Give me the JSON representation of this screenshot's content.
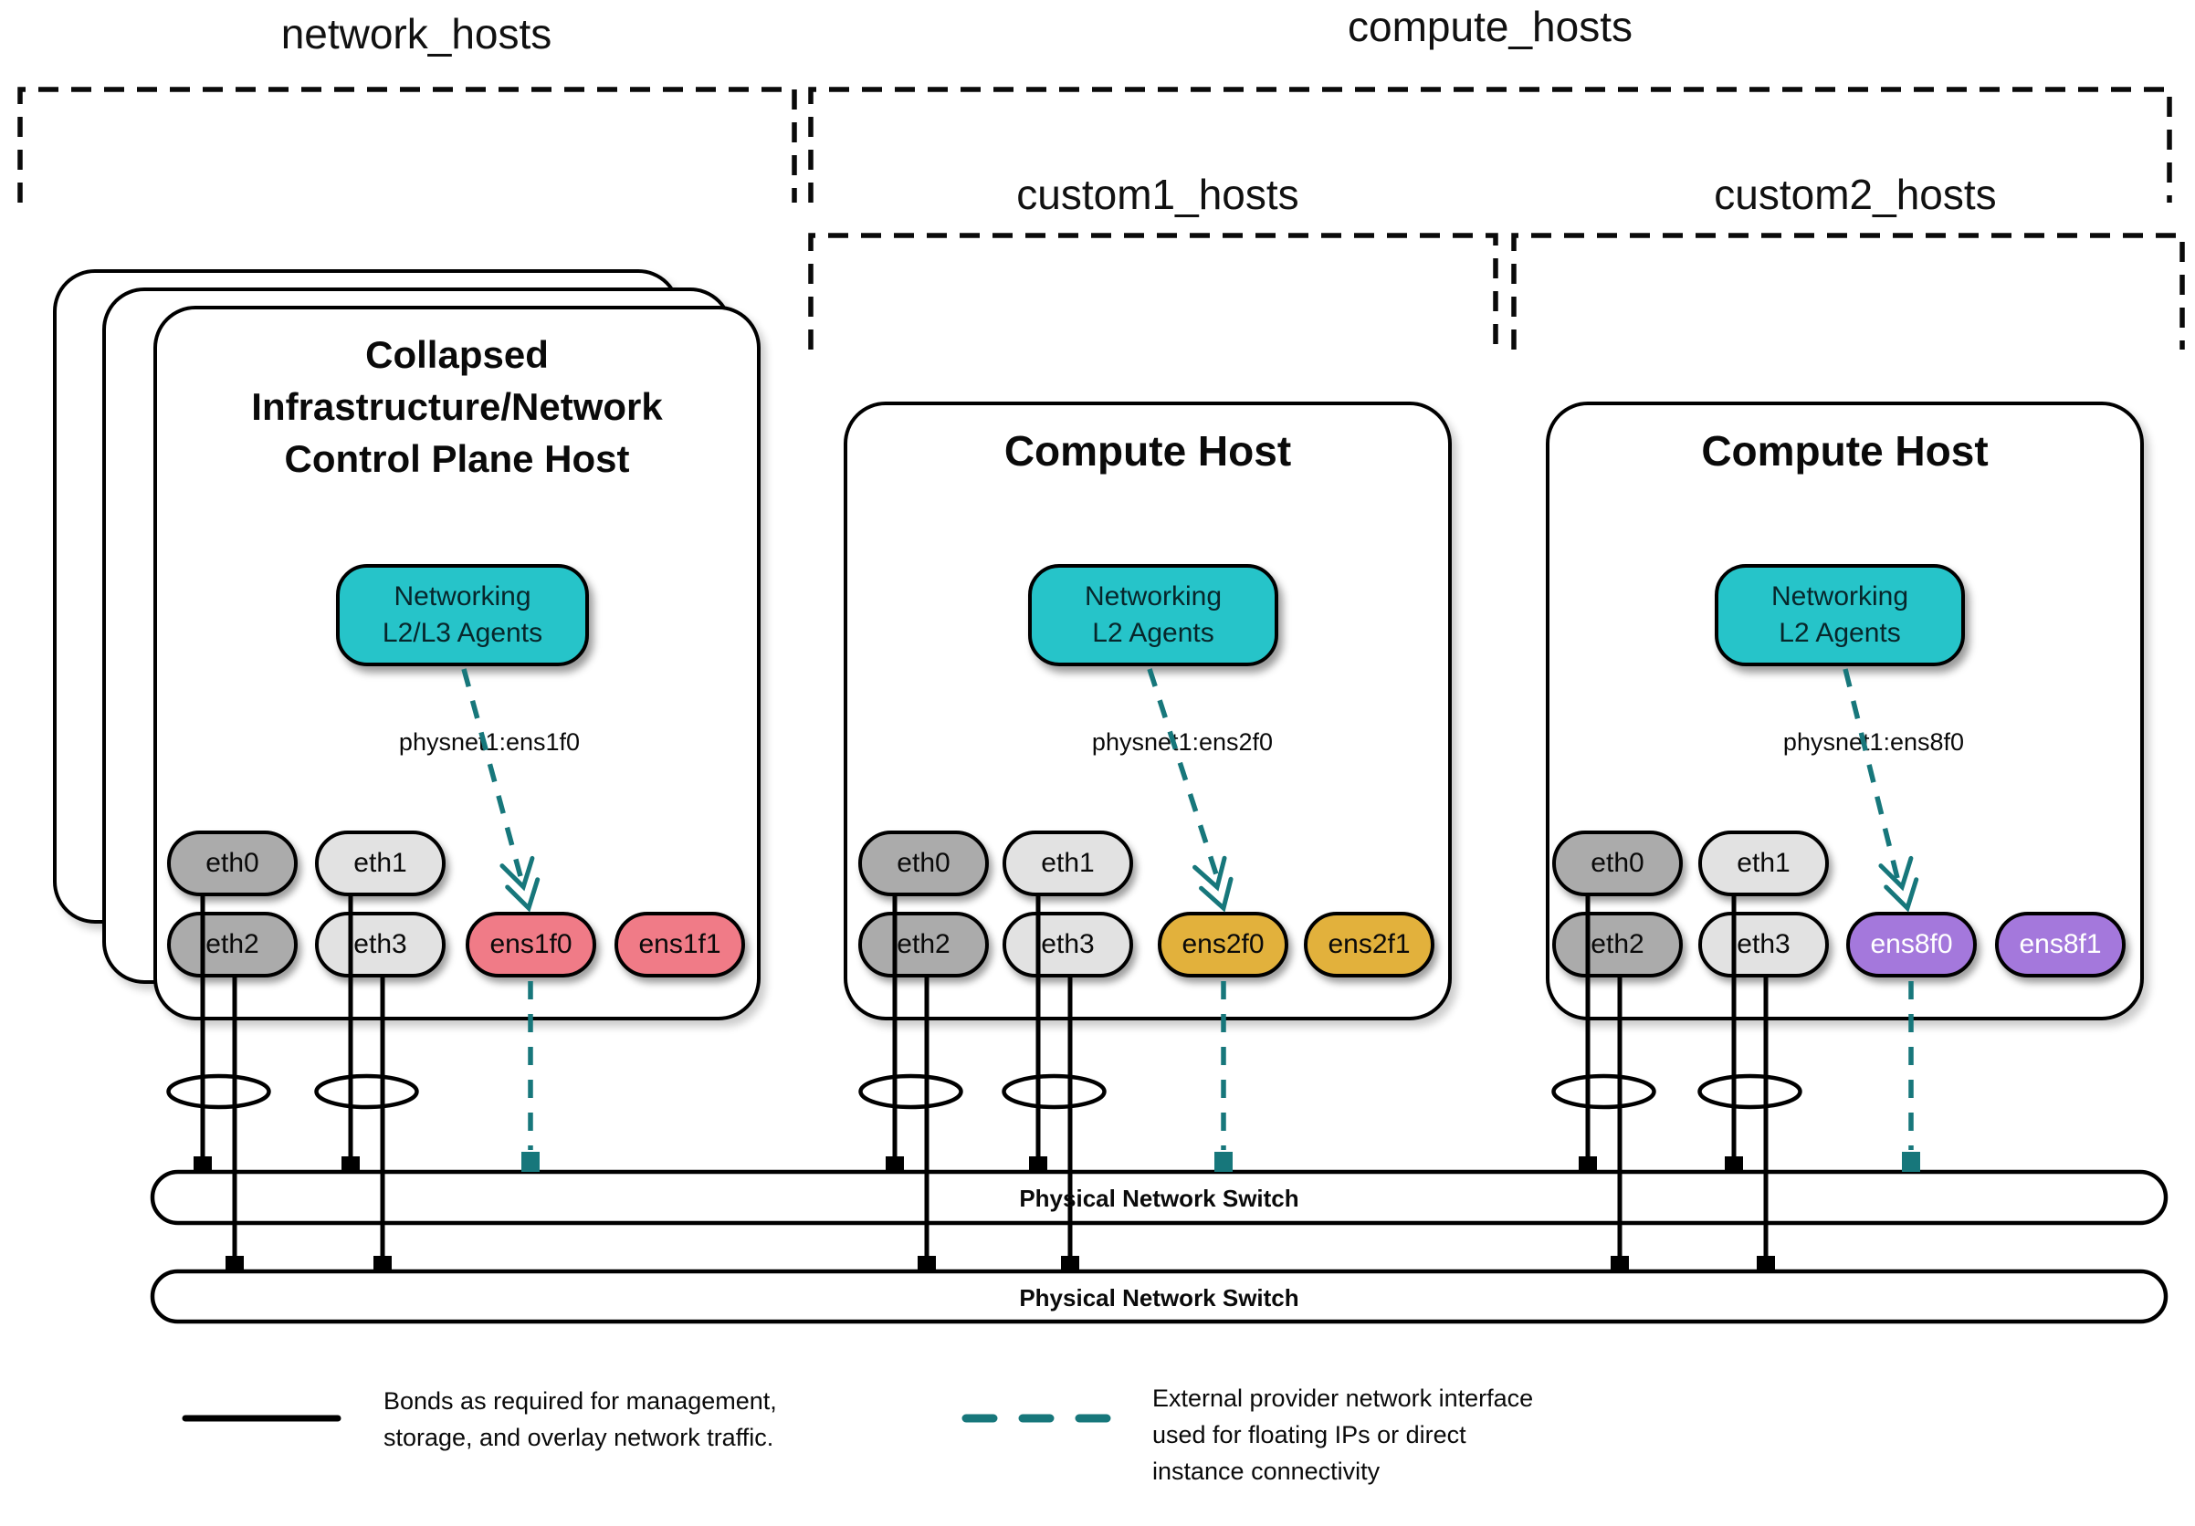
{
  "groups": {
    "network": "network_hosts",
    "compute": "compute_hosts",
    "custom1": "custom1_hosts",
    "custom2": "custom2_hosts"
  },
  "hosts": [
    {
      "title": "Collapsed\nInfrastructure/Network\nControl Plane Host",
      "agent_label": "Networking\nL2/L3 Agents",
      "physnet_label": "physnet1:ens1f0",
      "nics": [
        "eth0",
        "eth1",
        "eth2",
        "eth3",
        "ens1f0",
        "ens1f1"
      ]
    },
    {
      "title": "Compute Host",
      "agent_label": "Networking\nL2 Agents",
      "physnet_label": "physnet1:ens2f0",
      "nics": [
        "eth0",
        "eth1",
        "eth2",
        "eth3",
        "ens2f0",
        "ens2f1"
      ]
    },
    {
      "title": "Compute Host",
      "agent_label": "Networking\nL2 Agents",
      "physnet_label": "physnet1:ens8f0",
      "nics": [
        "eth0",
        "eth1",
        "eth2",
        "eth3",
        "ens8f0",
        "ens8f1"
      ]
    }
  ],
  "switches": [
    {
      "label": "Physical Network Switch"
    },
    {
      "label": "Physical Network Switch"
    }
  ],
  "legend": [
    {
      "swatch": "solid-black-line",
      "text": "Bonds as required for management,\nstorage, and overlay network traffic."
    },
    {
      "swatch": "dashed-teal-line",
      "text": "External provider network interface\nused for floating IPs or direct\ninstance connectivity"
    }
  ],
  "colors": {
    "agent_fill": "#26C4C9",
    "provider_dash_teal": "#17777B",
    "nic_gray_dark": "#ABABAB",
    "nic_gray_light": "#E2E2E2",
    "nic_pink": "#F07B87",
    "nic_gold": "#E2B13C",
    "nic_purple": "#A478DC",
    "line_black": "#000000"
  }
}
